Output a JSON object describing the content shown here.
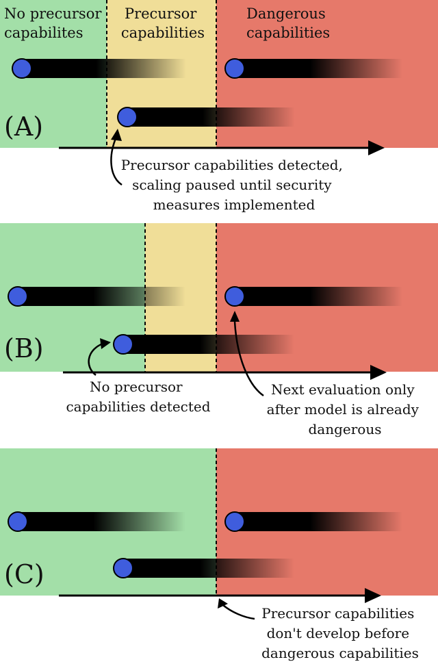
{
  "zones": {
    "none_label": [
      "No precursor",
      "capabilites"
    ],
    "precursor_label": [
      "Precursor",
      "capabilities"
    ],
    "dangerous_label": [
      "Dangerous",
      "capabilities"
    ]
  },
  "panels": [
    {
      "label": "(A)",
      "annotations": [
        {
          "lines": [
            "Precursor capabilities detected,",
            "scaling paused until security",
            "measures implemented"
          ]
        }
      ]
    },
    {
      "label": "(B)",
      "annotations": [
        {
          "lines": [
            "No precursor",
            "capabilities detected"
          ]
        },
        {
          "lines": [
            "Next evaluation only",
            "after model is already",
            "dangerous"
          ]
        }
      ]
    },
    {
      "label": "(C)",
      "annotations": [
        {
          "lines": [
            "Precursor capabilities",
            "don't develop before",
            "dangerous capabilities"
          ]
        }
      ]
    }
  ],
  "colors": {
    "green_zone": "#a3dfa8",
    "yellow_zone": "#f0de98",
    "red_zone": "#e6796a",
    "dot": "#3f5ddd",
    "trail": "#000000"
  }
}
